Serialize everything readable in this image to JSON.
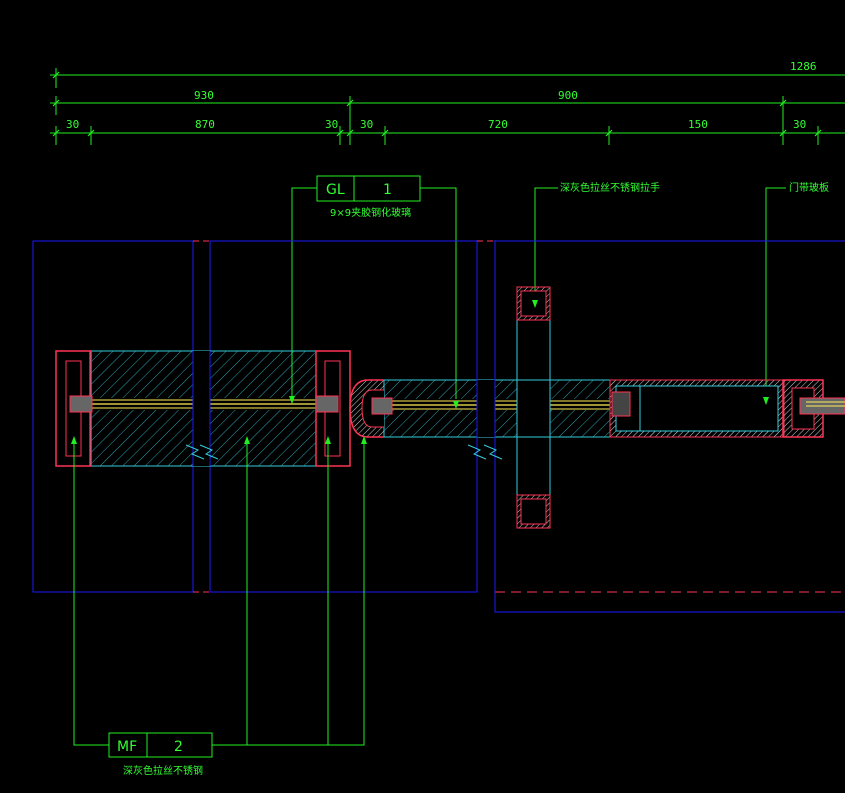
{
  "dimensions": {
    "overall": "1286",
    "row2": [
      "930",
      "900"
    ],
    "row3": [
      "30",
      "870",
      "30",
      "30",
      "720",
      "150",
      "30"
    ]
  },
  "tags": {
    "gl": {
      "code": "GL",
      "num": "1",
      "desc": "9×9夹胶钢化玻璃"
    },
    "mf": {
      "code": "MF",
      "num": "2",
      "desc": "深灰色拉丝不锈钢"
    }
  },
  "notes": {
    "handle": "深灰色拉丝不锈钢拉手",
    "door_panel": "门带玻板"
  },
  "colors": {
    "background": "#000000",
    "dimension": "#33ff33",
    "frame": "#1a1aff",
    "profile": "#ff3355",
    "hatch": "#33ccdd"
  }
}
